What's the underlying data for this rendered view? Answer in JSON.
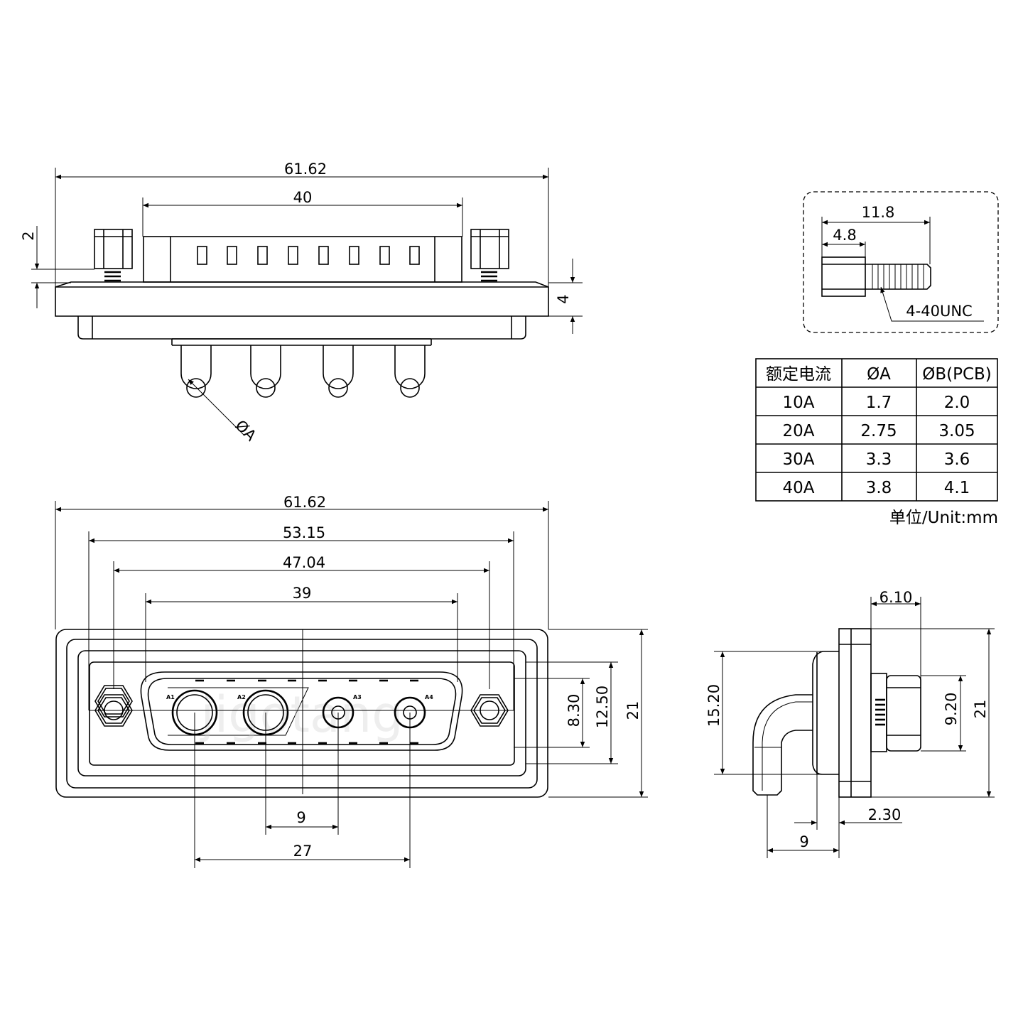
{
  "top_view": {
    "overall_width": "61.62",
    "shell_width": "40",
    "flange_height": "4",
    "screw_offset": "2",
    "hole_callout": "ØA"
  },
  "screw_detail": {
    "length": "11.8",
    "head_length": "4.8",
    "thread": "4-40UNC"
  },
  "table": {
    "headers": [
      "额定电流",
      "ØA",
      "ØB(PCB)"
    ],
    "rows": [
      [
        "10A",
        "1.7",
        "2.0"
      ],
      [
        "20A",
        "2.75",
        "3.05"
      ],
      [
        "30A",
        "3.3",
        "3.6"
      ],
      [
        "40A",
        "3.8",
        "4.1"
      ]
    ],
    "unit_note": "单位/Unit:mm"
  },
  "front_view": {
    "overall_width": "61.62",
    "mount_hole_spacing": "53.15",
    "outer_shell_width": "47.04",
    "inner_shell_width": "39",
    "pin_pitch": "9",
    "pin_span": "27",
    "height_inner": "8.30",
    "height_shell": "12.50",
    "height_overall": "21",
    "pin_labels": [
      "A1",
      "A2",
      "A3",
      "A4"
    ],
    "watermark": "jigotang"
  },
  "side_view": {
    "screw_depth": "6.10",
    "height_body": "15.20",
    "screw_height": "9.20",
    "height_overall": "21",
    "flange_thickness": "2.30",
    "pin_offset": "9"
  }
}
